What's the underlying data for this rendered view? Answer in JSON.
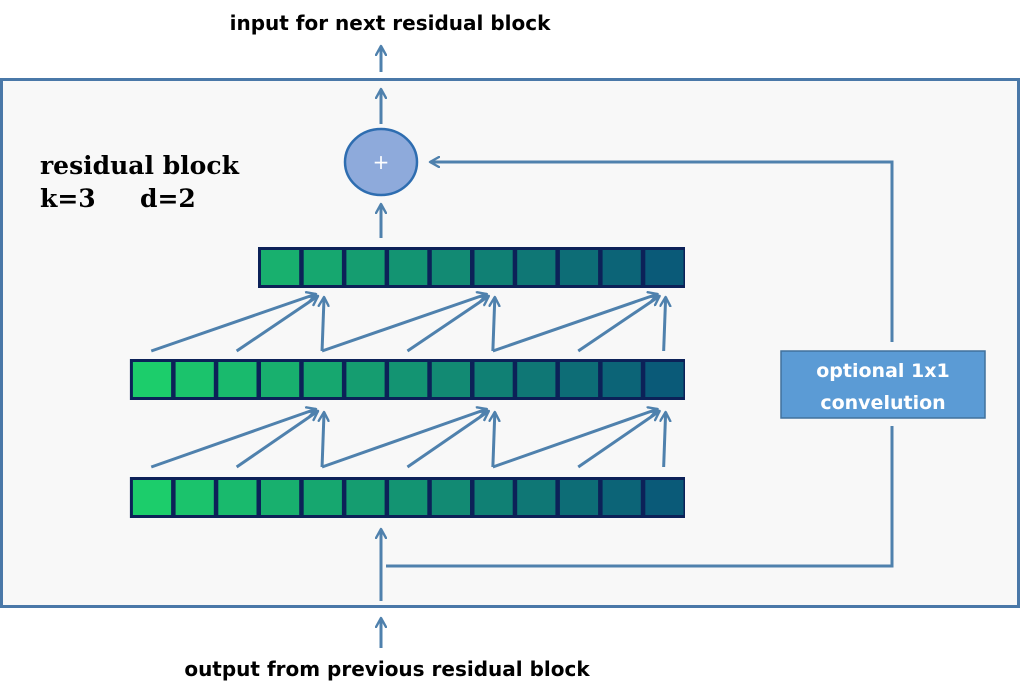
{
  "labels": {
    "output_top": "input for next residual block",
    "input_bottom": "output from previous residual block",
    "block_title": "residual block",
    "block_params_k": "k=3",
    "block_params_d": "d=2",
    "conv_line1": "optional 1x1",
    "conv_line2": "convelution",
    "sum_symbol": "+"
  },
  "block": {
    "kernel_size": 3,
    "dilation": 2
  },
  "layers": [
    {
      "name": "input-layer",
      "cells": 13
    },
    {
      "name": "hidden-layer",
      "cells": 13
    },
    {
      "name": "output-layer",
      "cells": 10
    }
  ],
  "connections": {
    "hidden_targets": [
      4,
      8,
      12
    ],
    "output_targets": [
      1,
      5,
      9
    ]
  },
  "colors": {
    "frame_border": "#4a78a8",
    "frame_fill": "#f8f8f8",
    "arrow": "#4f81ad",
    "cell_border": "#0c2158",
    "cell_start": "#1ccd6b",
    "cell_end": "#0a5a78",
    "sum_fill": "#8eaadb",
    "sum_stroke": "#2e6db0",
    "conv_fill": "#5b9bd5",
    "conv_stroke": "#41719c"
  },
  "icons": {
    "sum": "plus-circle",
    "flow": "arrow-up"
  }
}
